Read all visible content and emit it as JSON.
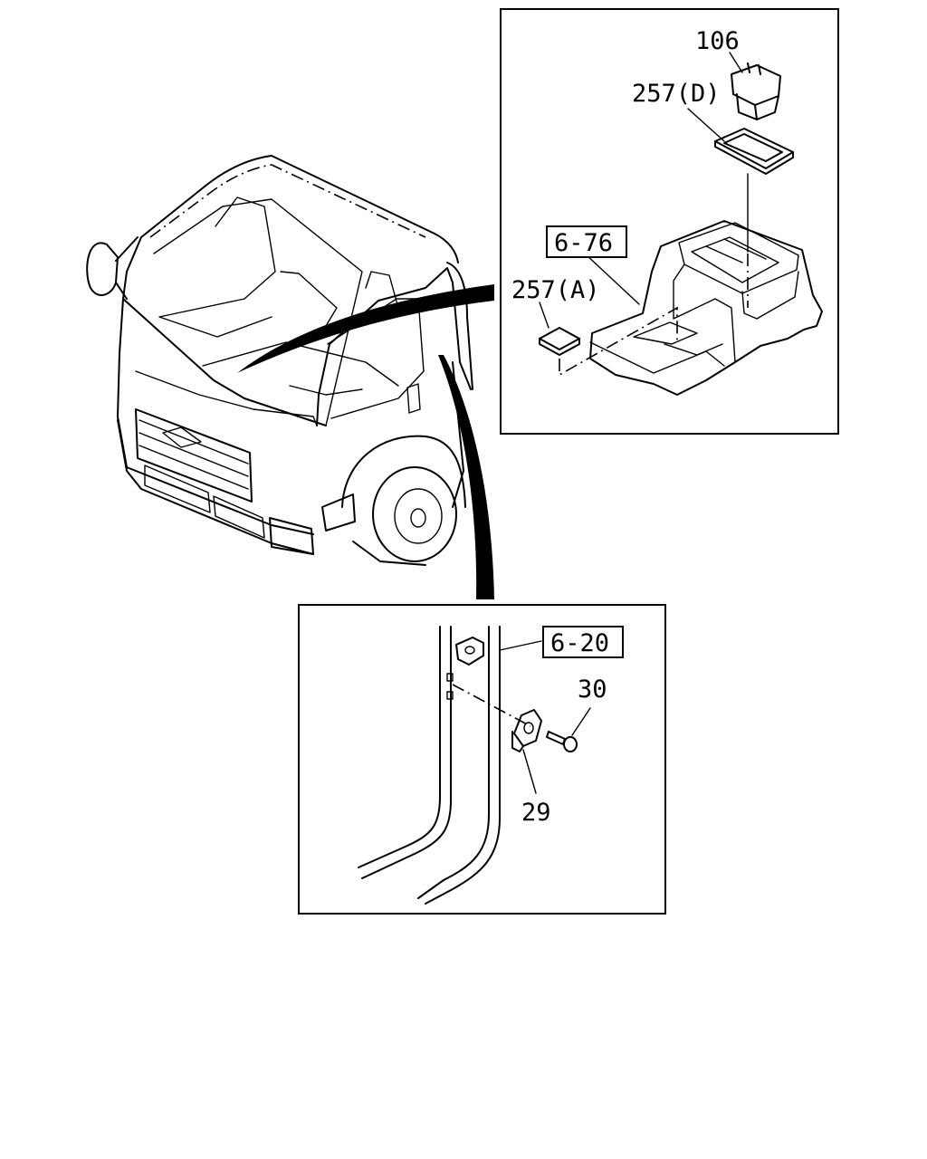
{
  "detail_top": {
    "part_106": "106",
    "part_257d": "257(D)",
    "ref_6_76": "6-76",
    "part_257a": "257(A)"
  },
  "detail_bottom": {
    "ref_6_20": "6-20",
    "part_30": "30",
    "part_29": "29"
  }
}
